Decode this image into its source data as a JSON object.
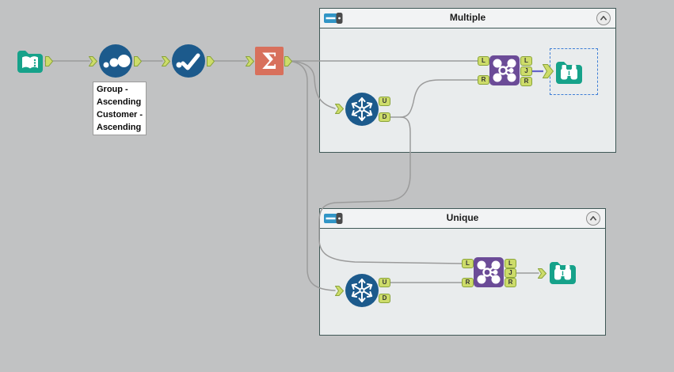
{
  "containers": {
    "multiple": {
      "title": "Multiple"
    },
    "unique": {
      "title": "Unique"
    }
  },
  "annotation": {
    "lines": [
      "Group -",
      "Ascending",
      "Customer -",
      "Ascending"
    ]
  },
  "anchors": {
    "L": "L",
    "R": "R",
    "J": "J",
    "U": "U",
    "D": "D"
  },
  "icons": {
    "summarize_glyph": "Σ",
    "input_data": "open-book",
    "sort": "three-dots-ascending",
    "select": "dot-and-checkmark",
    "unique": "snowflake",
    "join": "hub-network",
    "browse": "binoculars",
    "container_toggle": "toggle-switch",
    "container_collapse": "chevron-up"
  },
  "colors": {
    "canvas_bg": "#c1c2c3",
    "container_bg": "#e9eced",
    "container_header_bg": "#f2f3f4",
    "container_border": "#3f5856",
    "tool_teal": "#16a28a",
    "tool_blue": "#1c5a8c",
    "tool_coral": "#d8705c",
    "tool_purple": "#6b4b97",
    "anchor_fill": "#cddc6a",
    "anchor_border": "#8aa43a",
    "wire_gray": "#9b9b9b",
    "wire_selected": "#6464c8",
    "selection_dash": "#3f7fd6",
    "toggle_blue": "#3195c6",
    "toggle_knob": "#4b4b4b"
  }
}
